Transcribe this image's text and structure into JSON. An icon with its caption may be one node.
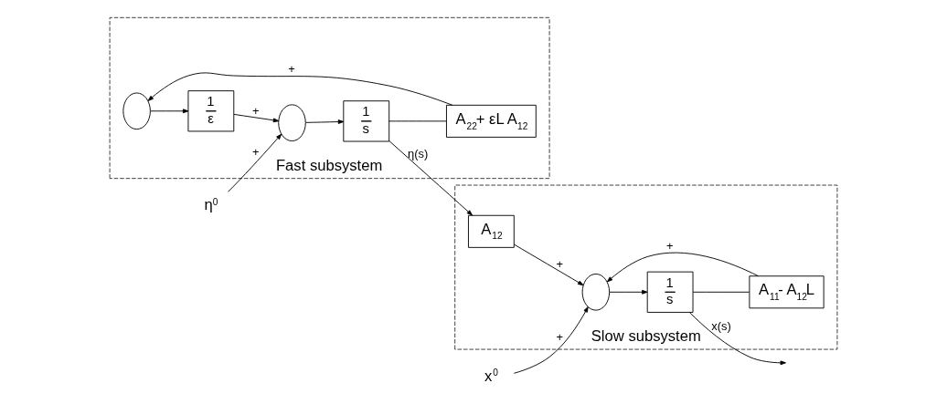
{
  "diagram": {
    "nodes": [
      {
        "text": [
          "Fast subsystem"
        ]
      },
      {
        "text": [],
        "shape": "circle",
        "in": 0
      },
      {
        "text": [
          "1",
          "ε"
        ],
        "in": 0
      },
      {
        "text": [],
        "shape": "circle",
        "in": 0
      },
      {
        "text": [
          "1",
          "s"
        ],
        "in": 0
      },
      {
        "text": [
          "A$_{22}$+ εL A$_{12}$"
        ],
        "in": 0
      },
      {
        "text": [
          "η$^{0}$"
        ]
      },
      {
        "text": [
          "Slow subsystem"
        ]
      },
      {
        "text": [
          "A$_{12}$"
        ],
        "in": 7
      },
      {
        "text": [],
        "shape": "circle",
        "in": 7
      },
      {
        "text": [
          "1",
          "s"
        ],
        "in": 7
      },
      {
        "text": [
          "A$_{11}$- A$_{12}$L"
        ],
        "in": 7
      },
      {
        "text": [
          "x$^{0}$"
        ]
      }
    ],
    "edges": [
      {
        "from": 1,
        "to": 2,
        "arrow": "to"
      },
      {
        "from": 2,
        "to": 3,
        "arrow": "to",
        "label": "+"
      },
      {
        "from": 6,
        "to": 3,
        "arrow": "to",
        "label": "+"
      },
      {
        "from": 3,
        "to": 4,
        "arrow": "to"
      },
      {
        "from": 4,
        "to": 5,
        "arrow": "none"
      },
      {
        "from": 5,
        "to": 1,
        "arrow": "to",
        "label": "+"
      },
      {
        "from": 4,
        "to": 8,
        "arrow": "to",
        "label": "η(s)"
      },
      {
        "from": 12,
        "to": 9,
        "arrow": "to",
        "label": "+"
      },
      {
        "from": 8,
        "to": 9,
        "arrow": "to",
        "label": "+"
      },
      {
        "from": 9,
        "to": 10,
        "arrow": "to"
      },
      {
        "from": 10,
        "to": 11,
        "arrow": "none"
      },
      {
        "from": 11,
        "to": 9,
        "arrow": "to",
        "label": "+"
      },
      {
        "from": 10,
        "to": null,
        "arrow": "to",
        "label": "x(s)"
      }
    ]
  }
}
